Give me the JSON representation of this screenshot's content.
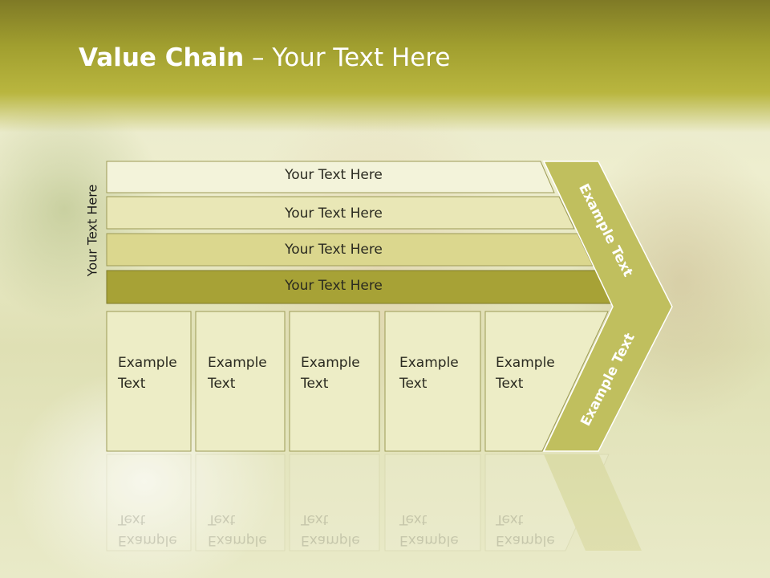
{
  "slide": {
    "title_bold": "Value Chain",
    "title_rest": " – Your Text Here",
    "vertical_label": "Your Text Here",
    "bars": [
      {
        "label": "Your Text Here"
      },
      {
        "label": "Your Text Here"
      },
      {
        "label": "Your Text Here"
      },
      {
        "label": "Your Text Here"
      }
    ],
    "boxes": [
      {
        "line1": "Example",
        "line2": "Text"
      },
      {
        "line1": "Example",
        "line2": "Text"
      },
      {
        "line1": "Example",
        "line2": "Text"
      },
      {
        "line1": "Example",
        "line2": "Text"
      },
      {
        "line1": "Example",
        "line2": "Text"
      }
    ],
    "chevron_top_label": "Example Text",
    "chevron_bottom_label": "Example Text",
    "colors": {
      "header": "#a4a131",
      "bar1": "#f2f2d8",
      "bar2": "#e8e6b4",
      "bar3": "#dcd88f",
      "bar4": "#a8a338",
      "box": "#eeeec8",
      "chevron": "#c0bf5e"
    }
  }
}
